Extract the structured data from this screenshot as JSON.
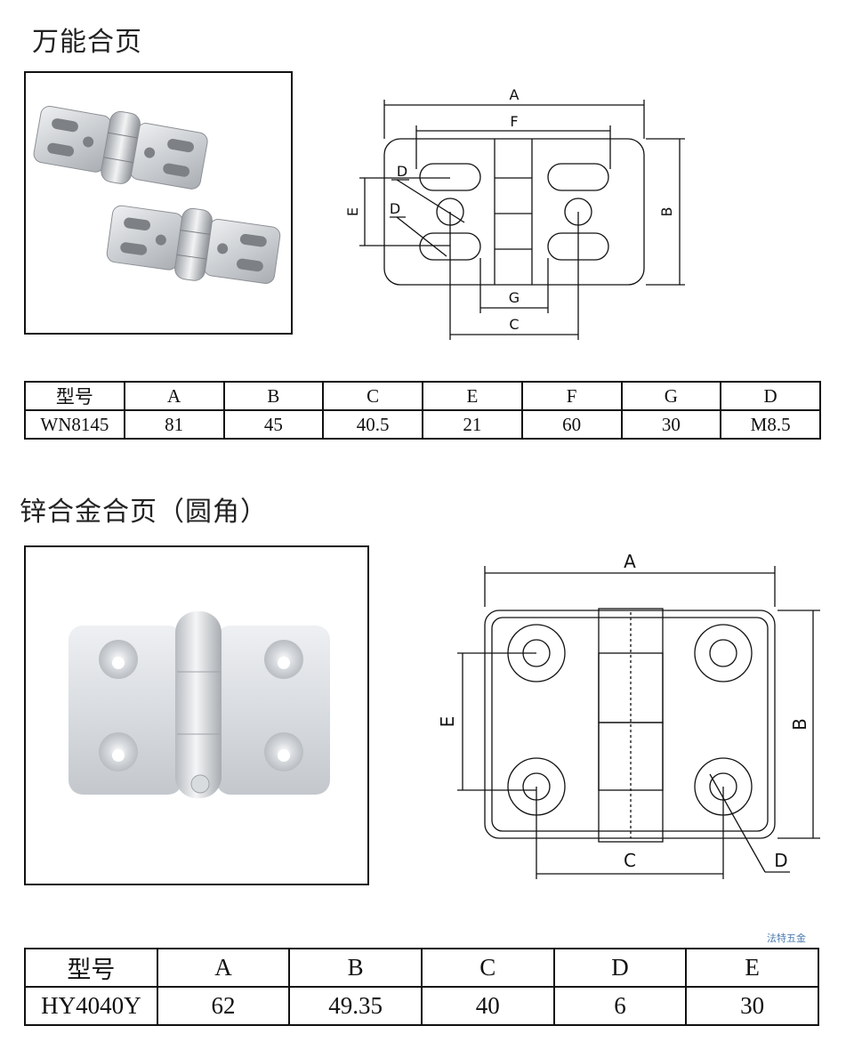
{
  "section1": {
    "title": "万能合页",
    "diagram_labels": {
      "A": "A",
      "F": "F",
      "B": "B",
      "E": "E",
      "D1": "D",
      "D2": "D",
      "G": "G",
      "C": "C"
    },
    "table": {
      "headers": [
        "型号",
        "A",
        "B",
        "C",
        "E",
        "F",
        "G",
        "D"
      ],
      "row": [
        "WN8145",
        "81",
        "45",
        "40.5",
        "21",
        "60",
        "30",
        "M8.5"
      ]
    }
  },
  "section2": {
    "title": "锌合金合页（圆角）",
    "diagram_labels": {
      "A": "A",
      "B": "B",
      "E": "E",
      "C": "C",
      "D": "D"
    },
    "table": {
      "headers": [
        "型号",
        "A",
        "B",
        "C",
        "D",
        "E"
      ],
      "row": [
        "HY4040Y",
        "62",
        "49.35",
        "40",
        "6",
        "30"
      ]
    }
  },
  "watermark": "法特五金",
  "colors": {
    "line": "#111111",
    "metal": "#c9ccd0",
    "metal_light": "#e4e6e9",
    "watermark": "#4a7bb0"
  }
}
